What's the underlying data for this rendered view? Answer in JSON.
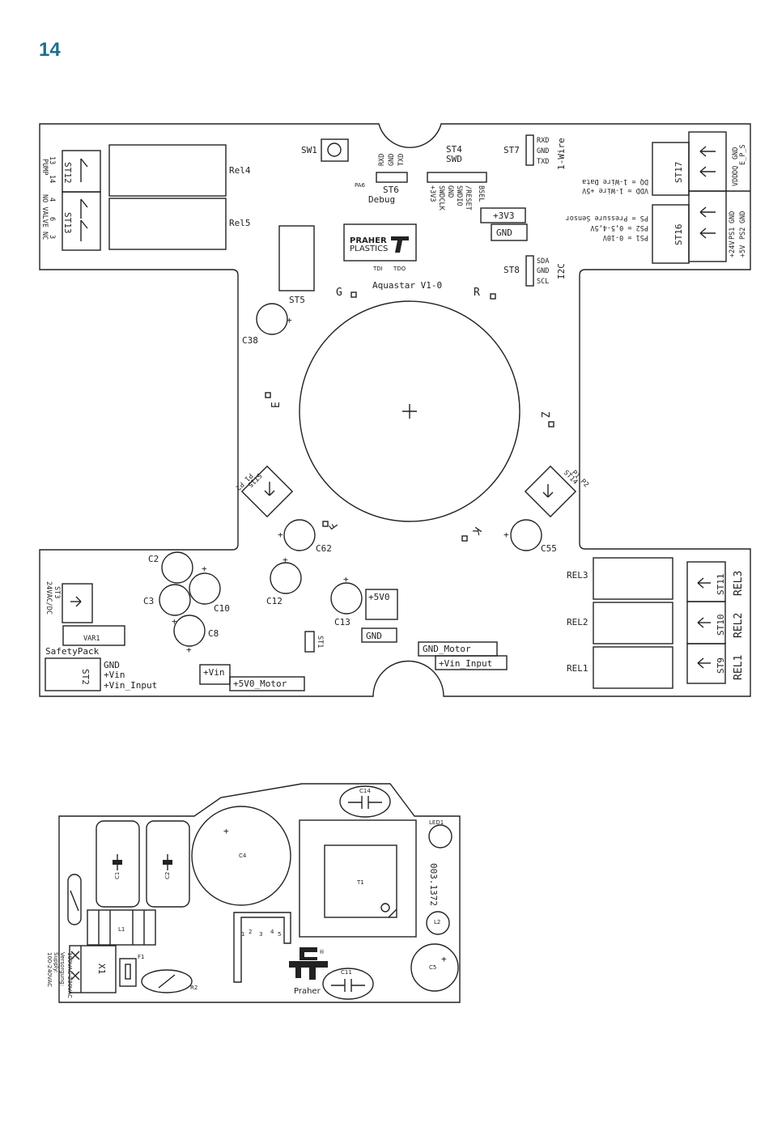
{
  "page_number": "14",
  "board1": {
    "name_label": "Aquastar V1-0",
    "logo": {
      "line1": "PRAHER",
      "line2": "PLASTICS"
    },
    "switch": "SW1",
    "st6": {
      "pins": [
        "RXD",
        "GND",
        "TXD"
      ],
      "label": "ST6",
      "sub": "Debug",
      "pa6": "PA6"
    },
    "st4": {
      "label": "ST4",
      "sub": "SWD",
      "pins": [
        "+3V3",
        "SWDCLK",
        "GND",
        "SWDIO",
        "/RESET",
        "BSEL"
      ]
    },
    "st7": {
      "label": "ST7",
      "pins": [
        "RXD",
        "GND",
        "TXD"
      ],
      "sub": "1-Wire"
    },
    "st8": {
      "label": "ST8",
      "pins": [
        "SDA",
        "GND",
        "SCL"
      ],
      "sub": "I2C"
    },
    "tag_3v3": "+3V3",
    "tag_gnd_top": "GND",
    "tdi": "TDI",
    "tdo": "TDO",
    "st5": "ST5",
    "rel4": "Rel4",
    "rel5": "Rel5",
    "st12": {
      "label": "ST12",
      "pins": [
        "13",
        "14"
      ],
      "sub": "PUMP"
    },
    "st13": {
      "label": "ST13",
      "pins": [
        "4",
        "6",
        "3"
      ],
      "sub": "NO VALVE NC"
    },
    "st17": {
      "label": "ST17",
      "pins": [
        "VDD",
        "DQ",
        "GND"
      ],
      "sub": "E_P_S"
    },
    "st16": {
      "label": "ST16",
      "pins": [
        "+24V",
        "PS1",
        "GND",
        "+5V",
        "PS2",
        "GND"
      ]
    },
    "legend": [
      "VDD = 1-Wire +5V",
      "DQ = 1-Wire Data",
      "PS = Pressure Sensor",
      "PS2 = 0,5-4,5V",
      "PS1 = 0-10V"
    ],
    "letters": {
      "g": "G",
      "r": "R",
      "e": "E",
      "z": "Z",
      "f": "F",
      "k": "K"
    },
    "st15": {
      "label": "ST15",
      "pins": "P1 P2"
    },
    "st14": {
      "label": "ST14",
      "pins": "P1 P2"
    },
    "caps": {
      "c38": "C38",
      "c62": "C62",
      "c55": "C55",
      "c2": "C2",
      "c3": "C3",
      "c10": "C10",
      "c8": "C8",
      "c12": "C12",
      "c13": "C13"
    },
    "st3": {
      "label": "ST3",
      "sub": "24VAC/DC"
    },
    "var1": "VAR1",
    "safety": "SafetyPack",
    "st2": {
      "label": "ST2",
      "pins": [
        "GND",
        "+Vin",
        "+Vin_Input"
      ]
    },
    "st1": "ST1",
    "tag_5v0": "+5V0",
    "tag_gnd_bottom": "GND",
    "tag_vin": "+Vin",
    "tag_5v0_motor": "+5V0_Motor",
    "tag_gnd_motor": "GND_Motor",
    "tag_vin_input": "+Vin_Input",
    "relays": [
      "REL3",
      "REL2",
      "REL1"
    ],
    "st_right": [
      "ST11",
      "ST10",
      "ST9"
    ],
    "rel_big": [
      "REL3",
      "REL2",
      "REL1"
    ]
  },
  "board2": {
    "caps": {
      "c14": "C14",
      "c11": "C11",
      "c1": "C1",
      "c2": "C2",
      "c4": "C4",
      "c5": "C5"
    },
    "led": "LED1",
    "part_no": "003.1372",
    "t1": "T1",
    "l1": "L1",
    "l2": "L2",
    "f1": "F1",
    "r2": "R2",
    "x1": "X1",
    "conn_pins": [
      "1",
      "2",
      "3",
      "4",
      "5"
    ],
    "brand": "Praher",
    "registered": "®",
    "supply": [
      "Versorgung:",
      "Supply:",
      "100-240VAC"
    ],
    "supply2": "100VAC-230VAC"
  }
}
